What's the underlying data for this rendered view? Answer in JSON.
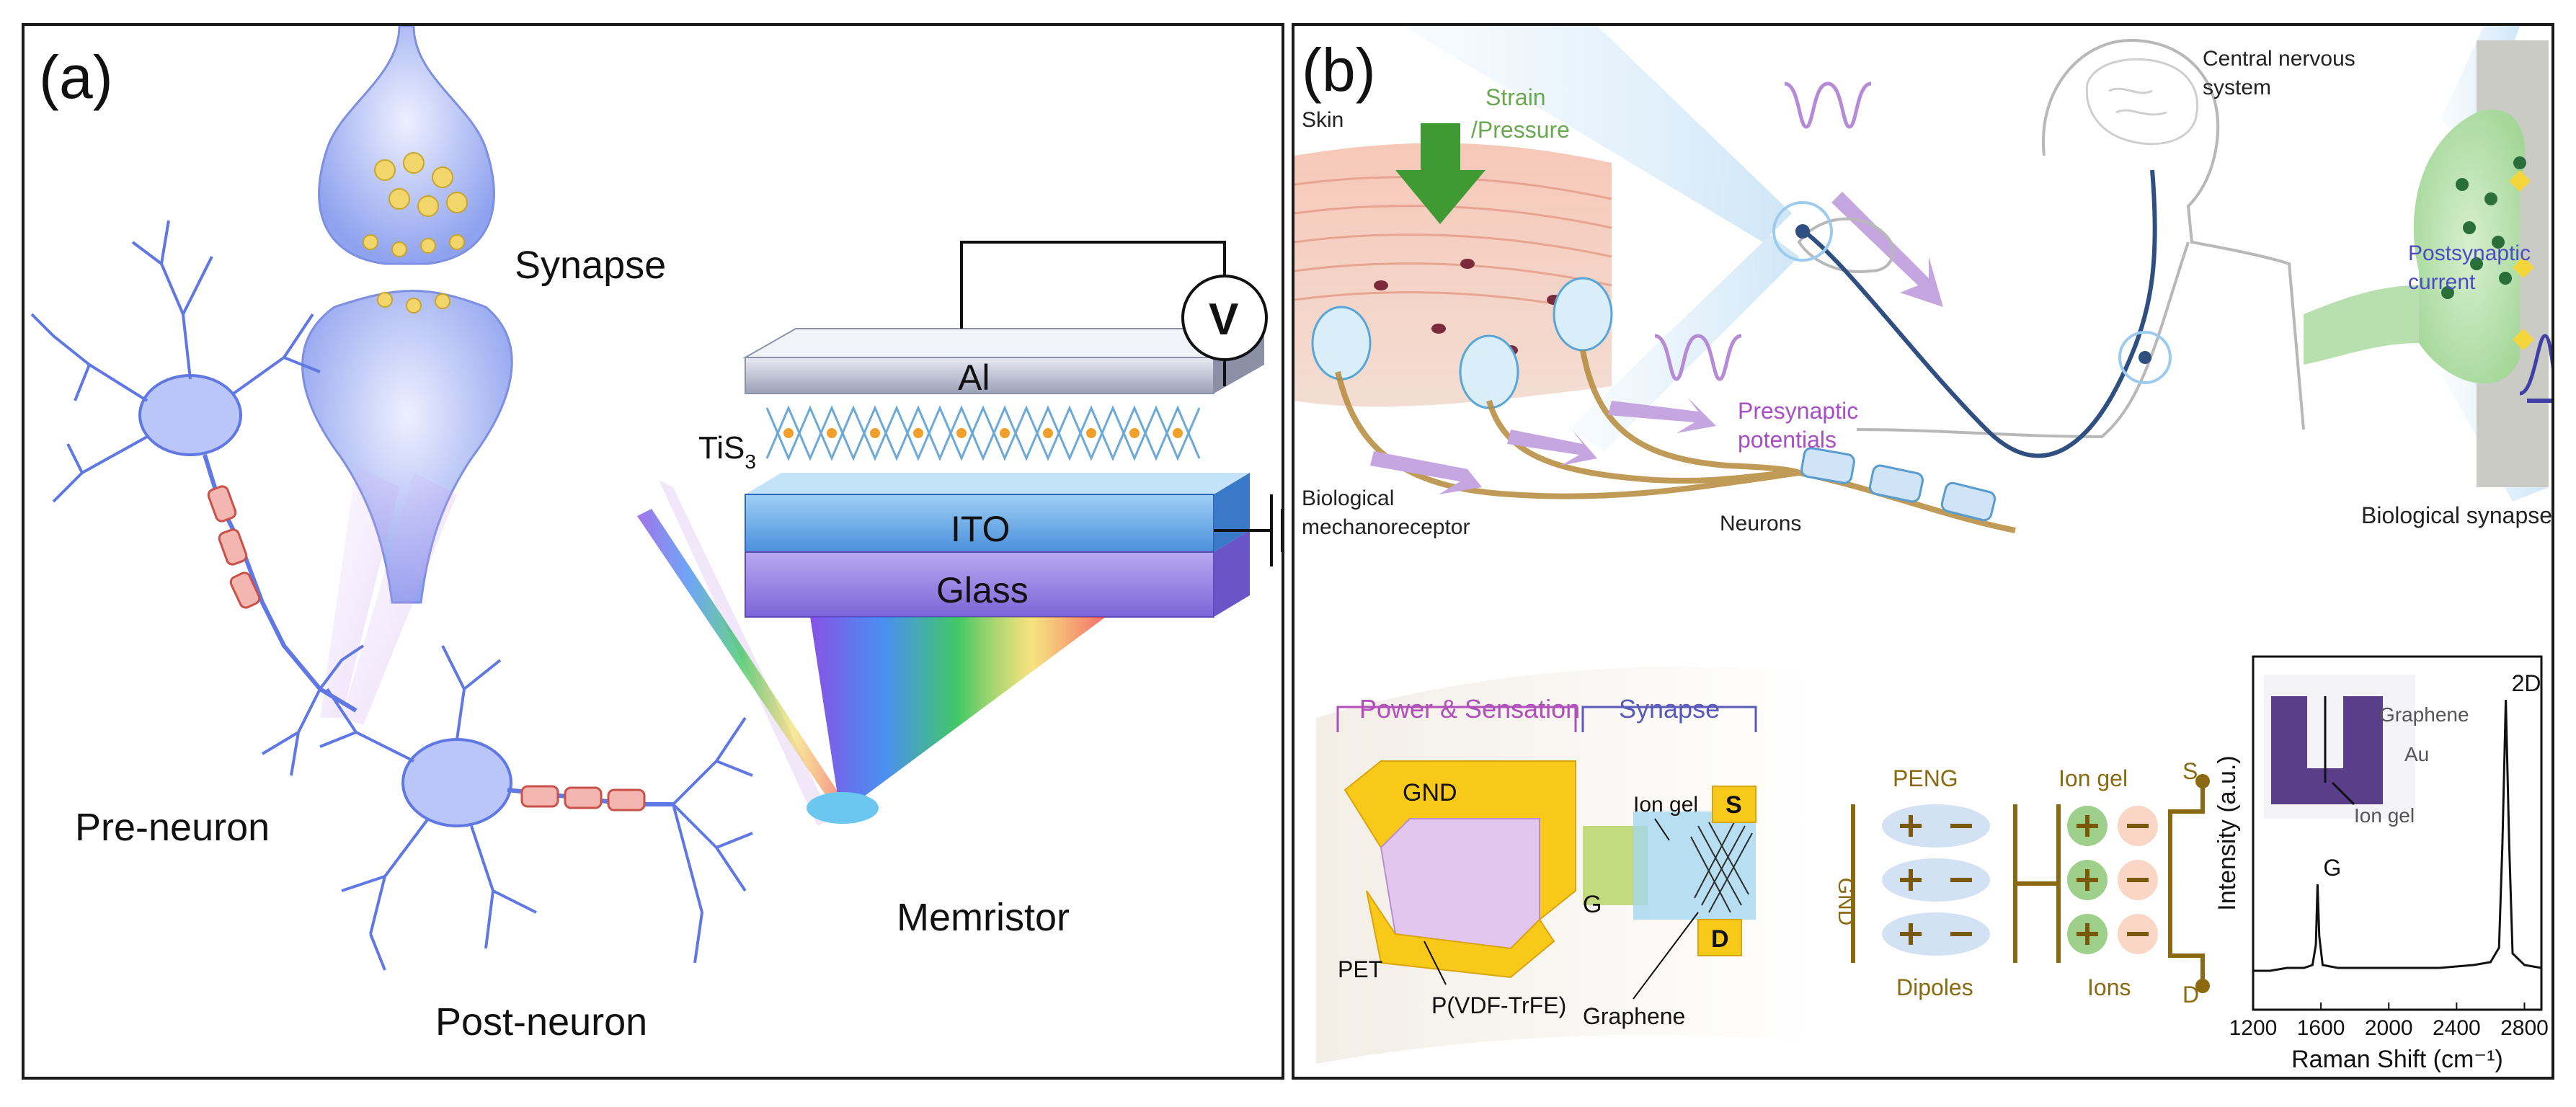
{
  "panel_a": {
    "panel_label": "(a)",
    "synapse_label": "Synapse",
    "pre_neuron_label": "Pre-neuron",
    "post_neuron_label": "Post-neuron",
    "memristor_label": "Memristor",
    "layers": {
      "top_electrode": "Al",
      "active_layer": "TiS",
      "active_layer_subscript": "3",
      "bottom_electrode": "ITO",
      "substrate": "Glass"
    },
    "voltmeter_symbol": "V"
  },
  "panel_b": {
    "panel_label": "(b)",
    "top_illustration": {
      "skin": "Skin",
      "strain_line1": "Strain",
      "strain_line2": "/Pressure",
      "cns_line1": "Central nervous",
      "cns_line2": "system",
      "presyn_line1": "Presynaptic",
      "presyn_line2": "potentials",
      "postsyn_line1": "Postsynaptic",
      "postsyn_line2": "current",
      "mechano_line1": "Biological",
      "mechano_line2": "mechanoreceptor",
      "neurons": "Neurons",
      "bio_synapse": "Biological synapse"
    },
    "device": {
      "power_sensation": "Power & Sensation",
      "synapse": "Synapse",
      "gnd": "GND",
      "ion_gel": "Ion gel",
      "s": "S",
      "g": "G",
      "d": "D",
      "pet": "PET",
      "pvdf": "P(VDF-TrFE)",
      "graphene": "Graphene"
    },
    "circuit": {
      "peng": "PENG",
      "ion_gel": "Ion gel",
      "gnd": "GND",
      "dipoles": "Dipoles",
      "ions": "Ions",
      "s": "S",
      "d": "D"
    },
    "raman": {
      "inset_graphene": "Graphene",
      "inset_au": "Au",
      "inset_ion_gel": "Ion gel"
    }
  },
  "chart_data": {
    "type": "line",
    "title": "",
    "xlabel": "Raman Shift (cm⁻¹)",
    "ylabel": "Intensity (a.u.)",
    "xlim": [
      1200,
      2900
    ],
    "xticks": [
      "1200",
      "1600",
      "2000",
      "2400",
      "2800"
    ],
    "peak_labels": [
      {
        "text": "G",
        "x": 1580
      },
      {
        "text": "2D",
        "x": 2690
      }
    ],
    "series": [
      {
        "x": [
          1200,
          1300,
          1400,
          1500,
          1550,
          1570,
          1580,
          1590,
          1610,
          1700,
          1900,
          2100,
          2300,
          2500,
          2600,
          2650,
          2670,
          2690,
          2710,
          2730,
          2800,
          2900
        ],
        "y": [
          0.06,
          0.06,
          0.07,
          0.07,
          0.08,
          0.15,
          0.36,
          0.18,
          0.08,
          0.07,
          0.07,
          0.07,
          0.07,
          0.08,
          0.09,
          0.14,
          0.5,
          1.0,
          0.5,
          0.12,
          0.08,
          0.07
        ]
      }
    ],
    "grid": false,
    "line_color": "#111111"
  }
}
